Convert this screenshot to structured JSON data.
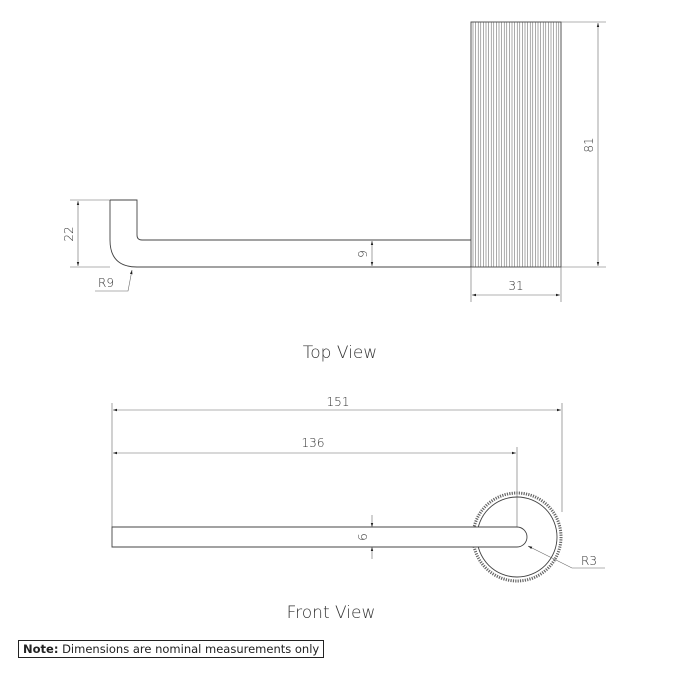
{
  "top_view": {
    "title": "Top View",
    "dims": {
      "arm_height": "22",
      "arm_width": "9",
      "cylinder_height": "81",
      "cylinder_width": "31",
      "bend_radius": "R9"
    }
  },
  "front_view": {
    "title": "Front View",
    "dims": {
      "overall_length": "151",
      "arm_length": "136",
      "arm_thickness": "6",
      "end_radius": "R3"
    }
  },
  "note": {
    "label": "Note:",
    "text": "Dimensions are nominal measurements only"
  },
  "colors": {
    "line": "#444444",
    "dimension": "#666666"
  }
}
